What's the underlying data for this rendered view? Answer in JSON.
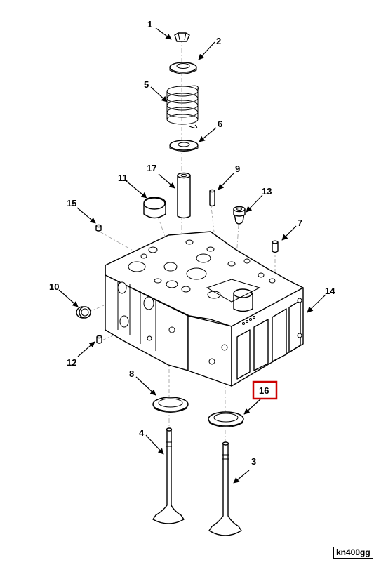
{
  "diagram": {
    "figure_id": "kn400gg",
    "highlighted_callout": "16",
    "highlight_color": "#cc0000",
    "callouts": [
      {
        "key": "c1",
        "label": "1"
      },
      {
        "key": "c2",
        "label": "2"
      },
      {
        "key": "c3",
        "label": "3"
      },
      {
        "key": "c4",
        "label": "4"
      },
      {
        "key": "c5",
        "label": "5"
      },
      {
        "key": "c6",
        "label": "6"
      },
      {
        "key": "c7",
        "label": "7"
      },
      {
        "key": "c8",
        "label": "8"
      },
      {
        "key": "c9",
        "label": "9"
      },
      {
        "key": "c10",
        "label": "10"
      },
      {
        "key": "c11",
        "label": "11"
      },
      {
        "key": "c12",
        "label": "12"
      },
      {
        "key": "c13",
        "label": "13"
      },
      {
        "key": "c14",
        "label": "14"
      },
      {
        "key": "c15",
        "label": "15"
      },
      {
        "key": "c16",
        "label": "16"
      },
      {
        "key": "c17",
        "label": "17"
      }
    ]
  }
}
